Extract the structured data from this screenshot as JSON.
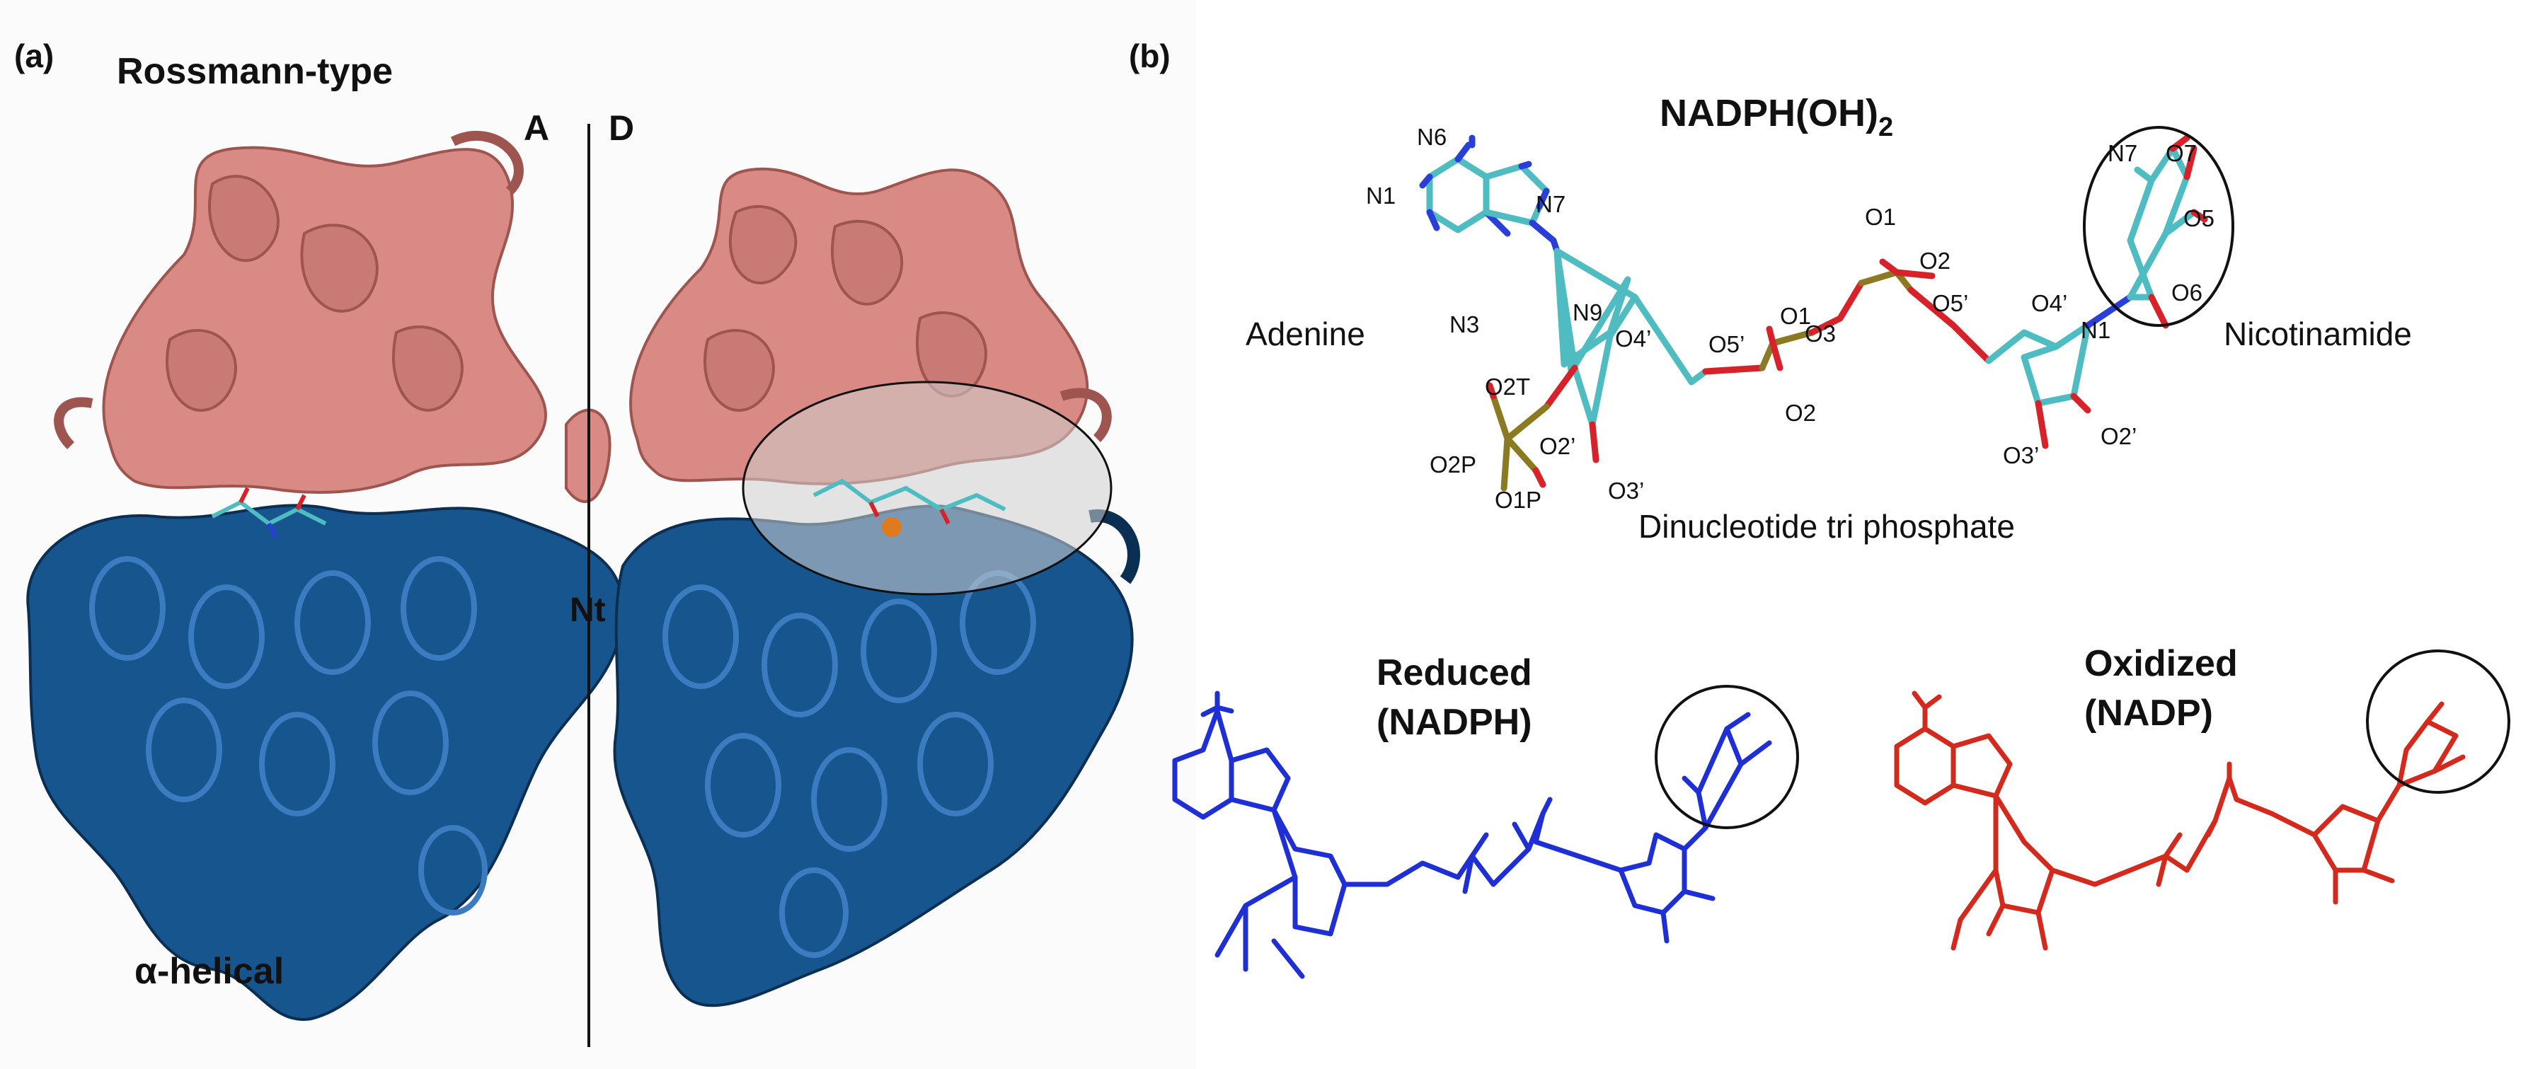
{
  "panel_a": {
    "label": "(a)",
    "domain_top": "Rossmann-type",
    "domain_bottom": "α-helical",
    "chain_left": "A",
    "chain_right": "D",
    "terminus": "Nt"
  },
  "panel_b": {
    "label": "(b)",
    "title_main": "NADPH(OH)",
    "title_sub": "2",
    "groups": {
      "adenine": "Adenine",
      "nicotinamide": "Nicotinamide",
      "backbone": "Dinucleotide tri phosphate"
    },
    "atoms": {
      "n6": "N6",
      "n1": "N1",
      "n7a": "N7",
      "n9": "N9",
      "n3": "N3",
      "o4a": "O4’",
      "o5a": "O5’",
      "o2t": "O2T",
      "o2a": "O2’",
      "o2p": "O2P",
      "o1p": "O1P",
      "o3a": "O3’",
      "o1a": "O1",
      "o3": "O3",
      "o2b": "O2",
      "o1b": "O1",
      "o2c": "O2",
      "o5b": "O5’",
      "o4b": "O4’",
      "o3b": "O3’",
      "o2d": "O2’",
      "n7b": "N7",
      "o7": "O7",
      "o5": "O5",
      "o6": "O6",
      "n1b": "N1"
    },
    "reduced_line1": "Reduced",
    "reduced_line2": "(NADPH)",
    "oxidized_line1": "Oxidized",
    "oxidized_line2": "(NADP)"
  },
  "colors": {
    "rossmann": "#d98a84",
    "helical": "#17558f",
    "carbon": "#4fbcc2",
    "oxygen": "#d8222a",
    "nitrogen": "#2a3fd8",
    "phosphorus": "#8b7a22",
    "reduced": "#1f2fd6",
    "oxidized": "#d42a1e"
  }
}
